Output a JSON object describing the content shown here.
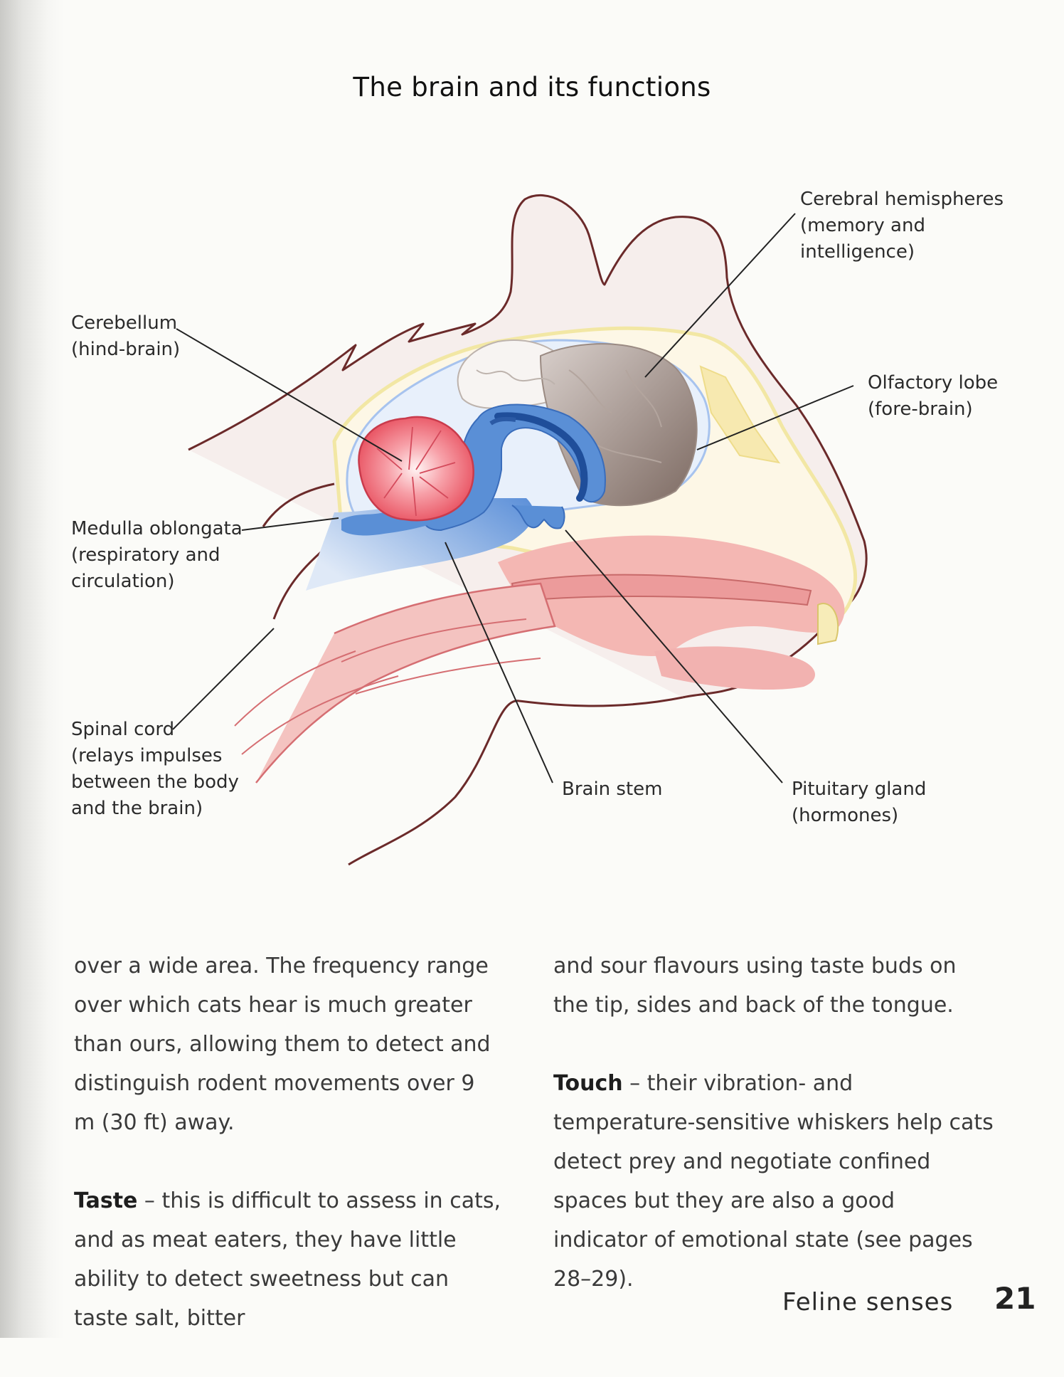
{
  "title": "The brain and its functions",
  "labels": {
    "cerebral": [
      "Cerebral hemispheres",
      "(memory and",
      "intelligence)"
    ],
    "cerebellum": [
      "Cerebellum",
      "(hind-brain)"
    ],
    "olfactory": [
      "Olfactory lobe",
      "(fore-brain)"
    ],
    "medulla": [
      "Medulla oblongata",
      "(respiratory and",
      "circulation)"
    ],
    "spinal": [
      "Spinal cord",
      "(relays impulses",
      "between the body",
      "and the brain)"
    ],
    "brainstem": [
      "Brain stem"
    ],
    "pituitary": [
      "Pituitary gland",
      "(hormones)"
    ]
  },
  "text": {
    "left_p1": "over a wide area. The frequency range over which cats hear is much greater than ours, allowing them to detect and distinguish rodent movements over 9 m (30 ft) away.",
    "left_p2_head": "Taste",
    "left_p2_body": " – this is difficult to assess in cats, and as meat eaters, they have little ability to detect sweetness but can taste salt, bitter",
    "right_p1": "and sour flavours using taste buds on the tip, sides and back of the tongue.",
    "right_p2_head": "Touch",
    "right_p2_body": " – their vibration- and temperature-sensitive whiskers help cats detect prey and negotiate confined spaces but they are also a good indicator of emotional state (see pages 28–29)."
  },
  "footer": {
    "section": "Feline senses",
    "page": "21"
  },
  "colors": {
    "outline": "#6b2a2a",
    "brain_blue": "#5a8fd6",
    "cerebellum_red": "#ee5a6a",
    "flesh_pink": "#f3b3b3",
    "cerebrum_brown": "#8f7f78"
  }
}
